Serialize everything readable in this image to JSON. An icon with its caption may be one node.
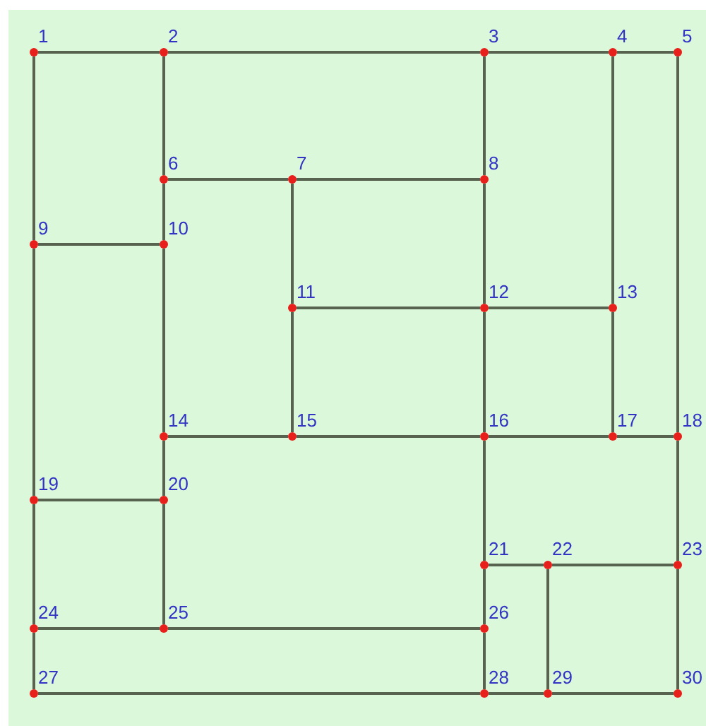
{
  "diagram": {
    "nodes": [
      {
        "text": [
          "1"
        ]
      },
      {
        "text": [
          "2"
        ]
      },
      {
        "text": [
          "3"
        ]
      },
      {
        "text": [
          "4"
        ]
      },
      {
        "text": [
          "5"
        ]
      },
      {
        "text": [
          "6"
        ]
      },
      {
        "text": [
          "7"
        ]
      },
      {
        "text": [
          "8"
        ]
      },
      {
        "text": [
          "9"
        ]
      },
      {
        "text": [
          "10"
        ]
      },
      {
        "text": [
          "11"
        ]
      },
      {
        "text": [
          "12"
        ]
      },
      {
        "text": [
          "13"
        ]
      },
      {
        "text": [
          "14"
        ]
      },
      {
        "text": [
          "15"
        ]
      },
      {
        "text": [
          "16"
        ]
      },
      {
        "text": [
          "17"
        ]
      },
      {
        "text": [
          "18"
        ]
      },
      {
        "text": [
          "19"
        ]
      },
      {
        "text": [
          "20"
        ]
      },
      {
        "text": [
          "21"
        ]
      },
      {
        "text": [
          "22"
        ]
      },
      {
        "text": [
          "23"
        ]
      },
      {
        "text": [
          "24"
        ]
      },
      {
        "text": [
          "25"
        ]
      },
      {
        "text": [
          "26"
        ]
      },
      {
        "text": [
          "27"
        ]
      },
      {
        "text": [
          "28"
        ]
      },
      {
        "text": [
          "29"
        ]
      },
      {
        "text": [
          "30"
        ]
      }
    ],
    "edges": [
      {
        "from": 0,
        "to": 1,
        "arrow": "none"
      },
      {
        "from": 1,
        "to": 2,
        "arrow": "none"
      },
      {
        "from": 2,
        "to": 3,
        "arrow": "none"
      },
      {
        "from": 3,
        "to": 4,
        "arrow": "none"
      },
      {
        "from": 0,
        "to": 8,
        "arrow": "none"
      },
      {
        "from": 8,
        "to": 18,
        "arrow": "none"
      },
      {
        "from": 18,
        "to": 23,
        "arrow": "none"
      },
      {
        "from": 23,
        "to": 26,
        "arrow": "none"
      },
      {
        "from": 1,
        "to": 5,
        "arrow": "none"
      },
      {
        "from": 5,
        "to": 9,
        "arrow": "none"
      },
      {
        "from": 9,
        "to": 13,
        "arrow": "none"
      },
      {
        "from": 13,
        "to": 19,
        "arrow": "none"
      },
      {
        "from": 19,
        "to": 24,
        "arrow": "none"
      },
      {
        "from": 6,
        "to": 10,
        "arrow": "none"
      },
      {
        "from": 10,
        "to": 14,
        "arrow": "none"
      },
      {
        "from": 2,
        "to": 7,
        "arrow": "none"
      },
      {
        "from": 7,
        "to": 11,
        "arrow": "none"
      },
      {
        "from": 11,
        "to": 15,
        "arrow": "none"
      },
      {
        "from": 15,
        "to": 20,
        "arrow": "none"
      },
      {
        "from": 20,
        "to": 25,
        "arrow": "none"
      },
      {
        "from": 25,
        "to": 27,
        "arrow": "none"
      },
      {
        "from": 21,
        "to": 28,
        "arrow": "none"
      },
      {
        "from": 3,
        "to": 12,
        "arrow": "none"
      },
      {
        "from": 12,
        "to": 16,
        "arrow": "none"
      },
      {
        "from": 4,
        "to": 17,
        "arrow": "none"
      },
      {
        "from": 17,
        "to": 22,
        "arrow": "none"
      },
      {
        "from": 22,
        "to": 29,
        "arrow": "none"
      },
      {
        "from": 5,
        "to": 6,
        "arrow": "none"
      },
      {
        "from": 6,
        "to": 7,
        "arrow": "none"
      },
      {
        "from": 8,
        "to": 9,
        "arrow": "none"
      },
      {
        "from": 10,
        "to": 11,
        "arrow": "none"
      },
      {
        "from": 11,
        "to": 12,
        "arrow": "none"
      },
      {
        "from": 13,
        "to": 14,
        "arrow": "none"
      },
      {
        "from": 14,
        "to": 15,
        "arrow": "none"
      },
      {
        "from": 15,
        "to": 16,
        "arrow": "none"
      },
      {
        "from": 16,
        "to": 17,
        "arrow": "none"
      },
      {
        "from": 18,
        "to": 19,
        "arrow": "none"
      },
      {
        "from": 20,
        "to": 21,
        "arrow": "none"
      },
      {
        "from": 21,
        "to": 22,
        "arrow": "none"
      },
      {
        "from": 23,
        "to": 24,
        "arrow": "none"
      },
      {
        "from": 24,
        "to": 25,
        "arrow": "none"
      },
      {
        "from": 26,
        "to": 27,
        "arrow": "none"
      },
      {
        "from": 27,
        "to": 28,
        "arrow": "none"
      },
      {
        "from": 28,
        "to": 29,
        "arrow": "none"
      }
    ]
  }
}
